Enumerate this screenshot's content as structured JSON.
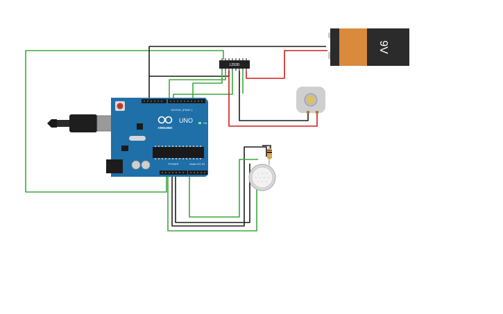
{
  "circuit": {
    "arduino": {
      "logo_text": "UNO",
      "brand_text": "ARDUINO",
      "digital_header_label": "DIGITAL (PWM~)",
      "power_header_label": "POWER",
      "analog_header_label": "ANALOG IN",
      "board_color": "#1f6fa8",
      "led_label": "ON"
    },
    "driver_chip": {
      "label": "L293D",
      "color": "#222222"
    },
    "battery": {
      "label": "9V",
      "case_color": "#d98a3c",
      "cap_color": "#2b2b2b",
      "terminal_color": "#c9c9c9"
    },
    "motor": {
      "body_color": "#cfcfcf",
      "shaft_color": "#e6c24a"
    },
    "sensor": {
      "body_color": "#d8d8d8",
      "mesh_color": "#f2f2f2"
    },
    "resistor": {
      "body_color": "#d6b27a",
      "band_colors": [
        "#8b4513",
        "#000000",
        "#ff8c00",
        "#c9a227"
      ]
    },
    "wire_colors": {
      "green": "#3aa83a",
      "black": "#1a1a1a",
      "red": "#d11a1a"
    }
  }
}
